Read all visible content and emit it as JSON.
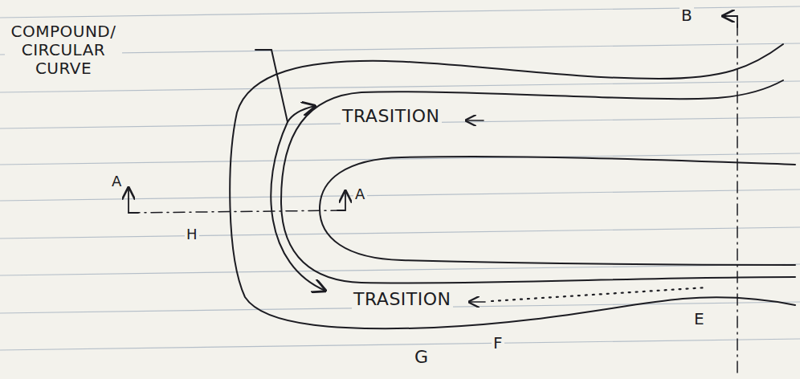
{
  "diagram": {
    "labels": [
      "COMPOUND/ CIRCULAR CURVE",
      "TRASITION",
      "TRASITION",
      "A",
      "A",
      "H",
      "B",
      "G",
      "F",
      "E"
    ]
  }
}
